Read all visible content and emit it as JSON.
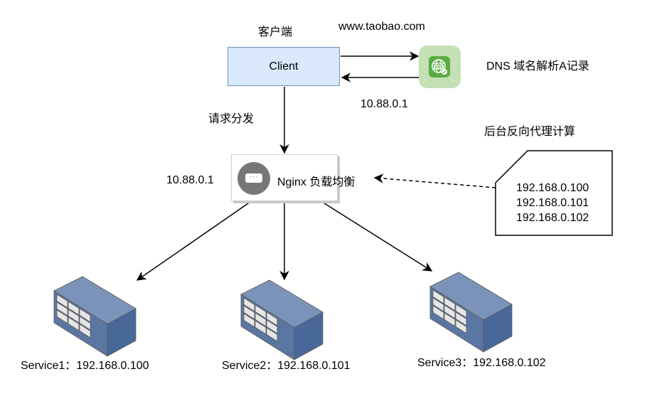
{
  "client": {
    "caption": "客户端",
    "label": "Client",
    "fill": "#dae8fc",
    "stroke": "#6c8ebf"
  },
  "dns": {
    "domain": "www.taobao.com",
    "description": "DNS 域名解析A记录",
    "resolved_ip": "10.88.0.1",
    "icon": "dns-globe-icon",
    "tile_color": "#c5e0b4",
    "icon_color": "#5bab43"
  },
  "edges": {
    "dispatch_label": "请求分发"
  },
  "nginx": {
    "label": "Nginx 负载均衡",
    "ip": "10.88.0.1",
    "icon": "nginx-gateway-icon"
  },
  "reverse_proxy": {
    "caption": "后台反向代理计算",
    "ips": [
      "192.168.0.100",
      "192.168.0.101",
      "192.168.0.102"
    ]
  },
  "services": [
    {
      "name": "Service1",
      "label": "Service1：192.168.0.100"
    },
    {
      "name": "Service2",
      "label": "Service2：192.168.0.101"
    },
    {
      "name": "Service3",
      "label": "Service3：192.168.0.102"
    }
  ],
  "server_colors": {
    "top": "#7b93b9",
    "front": "#5a77a3",
    "side": "#48689a",
    "panel": "#e6e6e6"
  }
}
